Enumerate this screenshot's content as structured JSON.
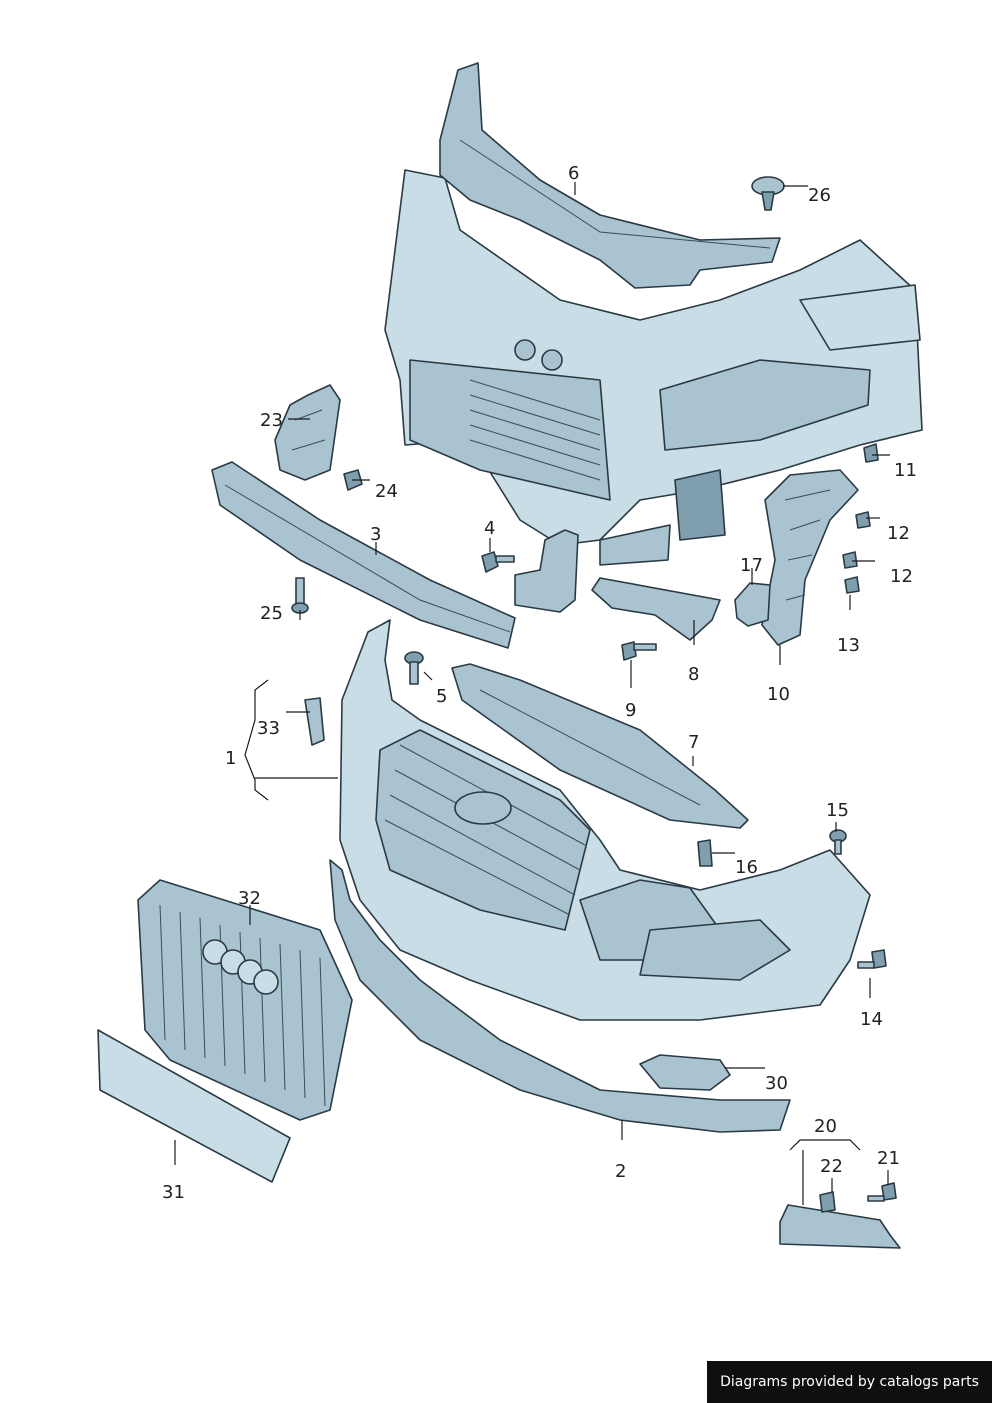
{
  "callouts": [
    "1",
    "2",
    "3",
    "4",
    "5",
    "6",
    "7",
    "8",
    "9",
    "10",
    "11",
    "12",
    "12",
    "13",
    "14",
    "15",
    "16",
    "17",
    "20",
    "21",
    "22",
    "23",
    "24",
    "25",
    "26",
    "30",
    "31",
    "32",
    "33"
  ],
  "footer": {
    "text": "Diagrams provided by catalogs parts"
  },
  "colors": {
    "part_light": "#c9dde6",
    "part_mid": "#a9c4d0",
    "part_dark": "#7f9fae",
    "outline": "#2a3a44"
  }
}
